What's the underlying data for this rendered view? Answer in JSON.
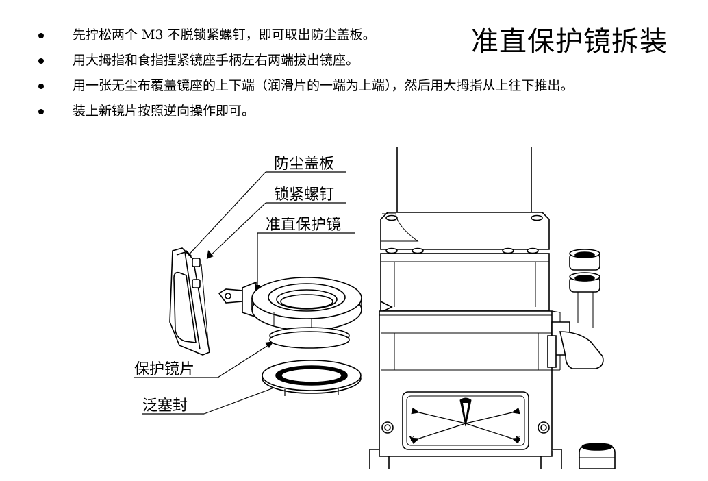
{
  "title": "准直保护镜拆装",
  "steps": [
    "先拧松两个 M3 不脱锁紧螺钉，即可取出防尘盖板。",
    "用大拇指和食指捏紧镜座手柄左右两端拔出镜座。",
    "用一张无尘布覆盖镜座的上下端（润滑片的一端为上端），然后用大拇指从上往下推出。",
    "装上新镜片按照逆向操作即可。"
  ],
  "labels": {
    "dust_cover": "防尘盖板",
    "lock_screw": "锁紧螺钉",
    "collimator_protector": "准直保护镜",
    "protective_lens": "保护镜片",
    "seal": "泛塞封"
  },
  "axes": {
    "x": "X",
    "y": "Y"
  }
}
